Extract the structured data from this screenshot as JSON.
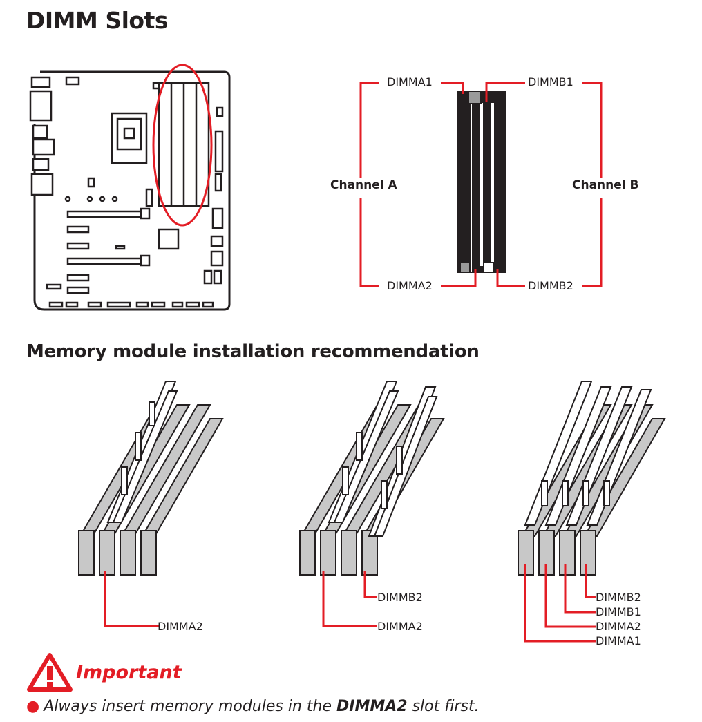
{
  "header": {
    "title": "DIMM Slots"
  },
  "layout_diagram": {
    "slot_labels": {
      "dimma1": "DIMMA1",
      "dimmb1": "DIMMB1",
      "dimma2": "DIMMA2",
      "dimmb2": "DIMMB2"
    },
    "channels": {
      "a": "Channel A",
      "b": "Channel B"
    }
  },
  "recommendation": {
    "heading": "Memory module installation recommendation",
    "configs": [
      {
        "modules": 1,
        "labels": [
          "DIMMA2"
        ]
      },
      {
        "modules": 2,
        "labels": [
          "DIMMB2",
          "DIMMA2"
        ]
      },
      {
        "modules": 4,
        "labels": [
          "DIMMB2",
          "DIMMB1",
          "DIMMA2",
          "DIMMA1"
        ]
      }
    ]
  },
  "important": {
    "heading": "Important",
    "note_prefix": "Always insert memory modules in the ",
    "note_bold": "DIMMA2",
    "note_suffix": " slot first."
  },
  "colors": {
    "accent": "#e31d25",
    "text": "#231f20"
  }
}
